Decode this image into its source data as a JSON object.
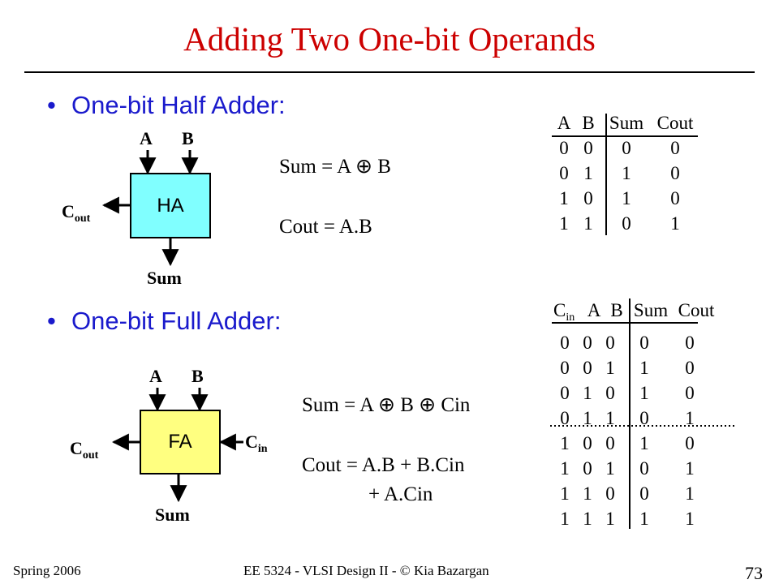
{
  "title": "Adding Two One-bit Operands",
  "half": {
    "bullet": "One-bit Half Adder:",
    "block": "HA",
    "in_a": "A",
    "in_b": "B",
    "cout_main": "C",
    "cout_sub": "out",
    "sum_out": "Sum",
    "eq_sum": "Sum = A ⊕ B",
    "eq_cout": "Cout = A.B",
    "table_header": [
      "A",
      "B",
      "Sum",
      "Cout"
    ],
    "table_rows": [
      [
        "0",
        "0",
        "0",
        "0"
      ],
      [
        "0",
        "1",
        "1",
        "0"
      ],
      [
        "1",
        "0",
        "1",
        "0"
      ],
      [
        "1",
        "1",
        "0",
        "1"
      ]
    ]
  },
  "full": {
    "bullet": "One-bit Full Adder:",
    "block": "FA",
    "in_a": "A",
    "in_b": "B",
    "cin_main": "C",
    "cin_sub": "in",
    "cout_main": "C",
    "cout_sub": "out",
    "sum_out": "Sum",
    "eq_sum": "Sum = A ⊕ B ⊕ Cin",
    "eq_cout": "Cout = A.B + B.Cin",
    "eq_cout2": "+ A.Cin",
    "table_header_cin_main": "C",
    "table_header_cin_sub": "in",
    "table_header": [
      "A",
      "B",
      "Sum",
      "Cout"
    ],
    "table_rows": [
      [
        "0",
        "0",
        "0",
        "0",
        "0"
      ],
      [
        "0",
        "0",
        "1",
        "1",
        "0"
      ],
      [
        "0",
        "1",
        "0",
        "1",
        "0"
      ],
      [
        "0",
        "1",
        "1",
        "0",
        "1"
      ],
      [
        "1",
        "0",
        "0",
        "1",
        "0"
      ],
      [
        "1",
        "0",
        "1",
        "0",
        "1"
      ],
      [
        "1",
        "1",
        "0",
        "0",
        "1"
      ],
      [
        "1",
        "1",
        "1",
        "1",
        "1"
      ]
    ]
  },
  "footer": {
    "left": "Spring 2006",
    "center": "EE 5324 - VLSI Design II - © Kia Bazargan",
    "page": "73"
  },
  "colors": {
    "title": "#cc0000",
    "bullet": "#1a1acc",
    "ha_fill": "#80ffff",
    "fa_fill": "#ffff80"
  }
}
